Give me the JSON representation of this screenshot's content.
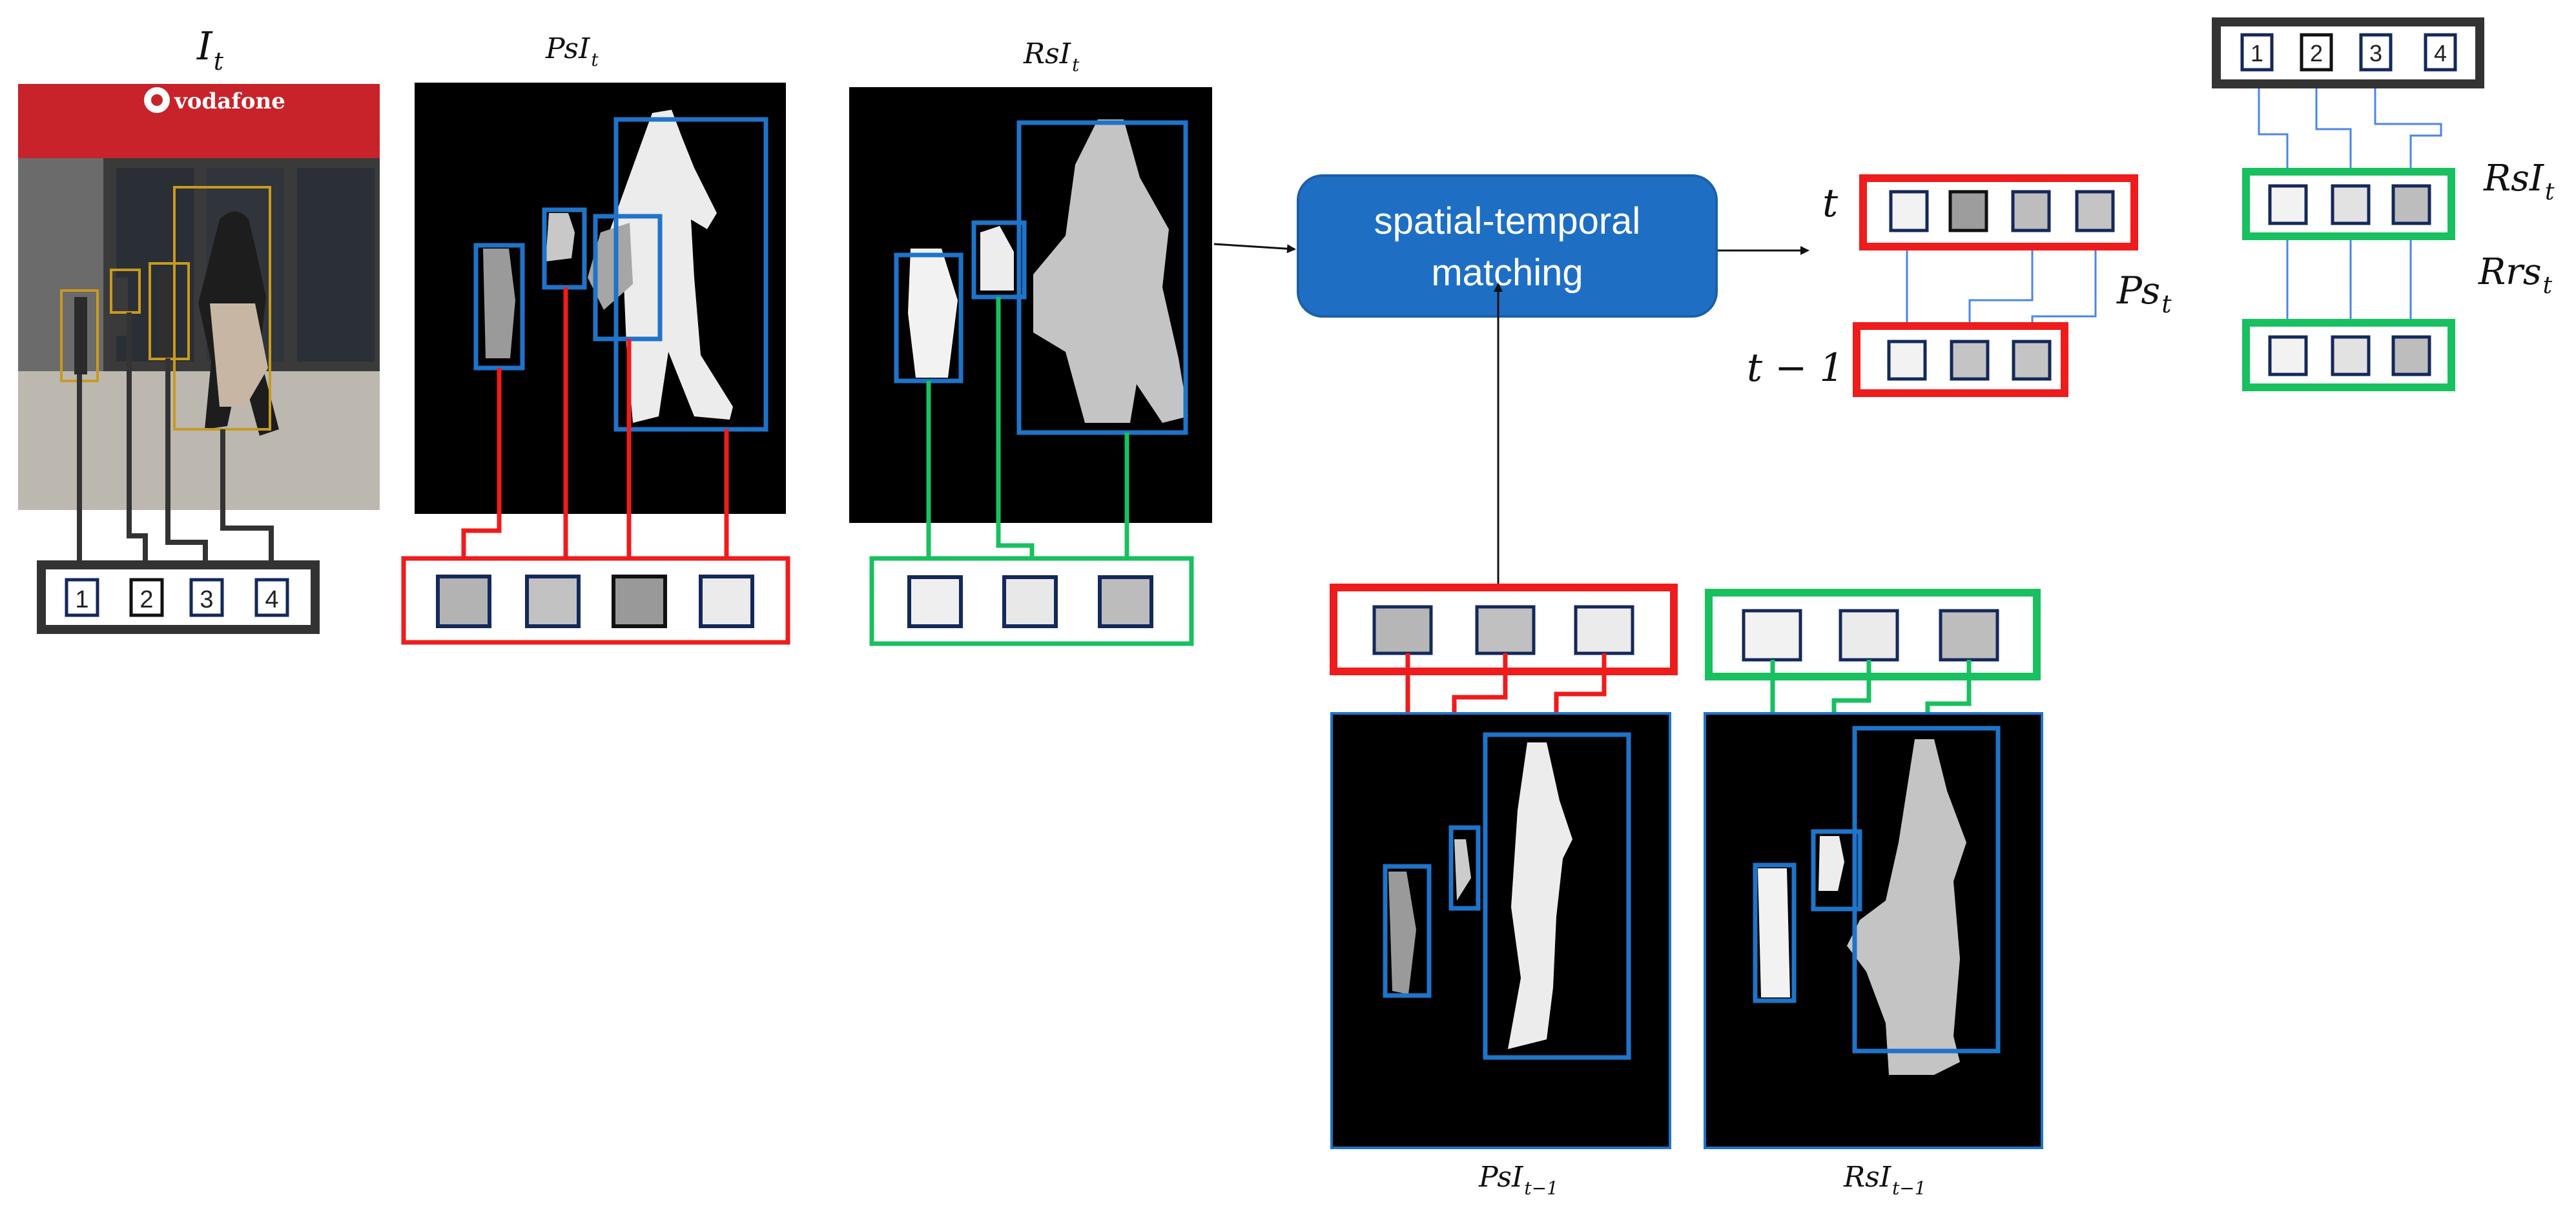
{
  "labels": {
    "frame_title": "I",
    "frame_title_sub": "t",
    "ps_title": "PsI",
    "ps_title_sub": "t",
    "rs_title": "RsI",
    "rs_title_sub": "t",
    "ps_prev_title": "PsI",
    "ps_prev_title_sub": "t−1",
    "rs_prev_title": "RsI",
    "rs_prev_title_sub": "t−1",
    "store_sign": "vodafone",
    "t_label": "t",
    "t_minus_1_label": "t − 1",
    "ps_set_label": "Ps",
    "ps_set_label_sub": "t",
    "rs_top_label": "RsI",
    "rs_top_label_sub": "t",
    "rrs_label": "Rrs",
    "rrs_label_sub": "t"
  },
  "matching": {
    "line1": "spatial-temporal",
    "line2": "matching"
  },
  "detection_ids": [
    "1",
    "2",
    "3",
    "4"
  ],
  "top_right_ids": [
    "1",
    "2",
    "3",
    "4"
  ],
  "colors": {
    "person_red": "#ee1c1c",
    "region_green": "#18c060",
    "box_blue": "#1f74c9",
    "match_box": "#1e6fc4",
    "dark_border": "#333333",
    "cell_border": "#14285a",
    "cell_gray": "#b8b8b8",
    "cell_light": "#eeeeee",
    "cell_dark": "#a0a0a0",
    "bbox_yellow": "#c99a1e"
  }
}
